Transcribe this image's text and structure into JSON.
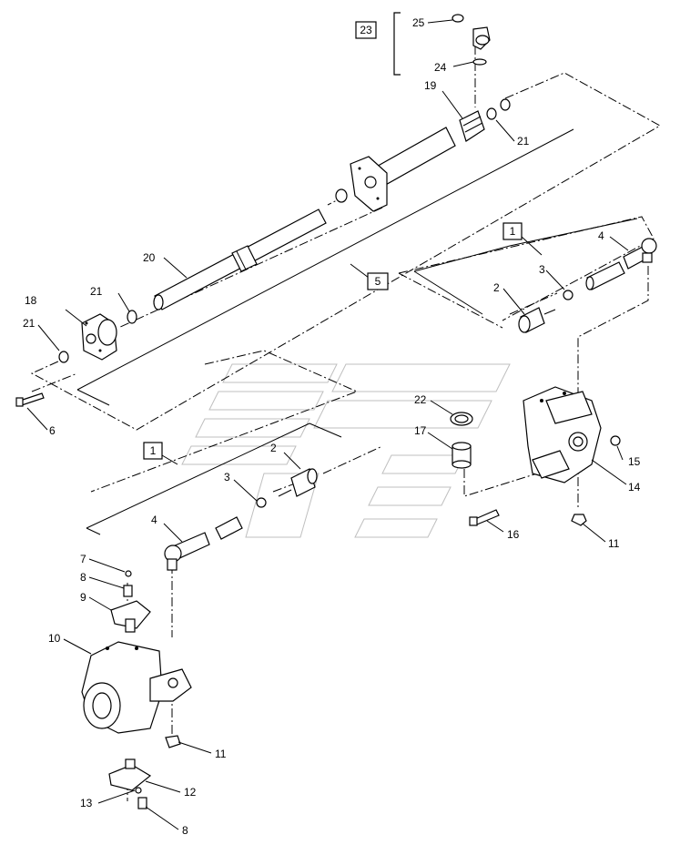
{
  "diagram": {
    "callouts": [
      {
        "id": "c25",
        "text": "25"
      },
      {
        "id": "c23",
        "text": "23"
      },
      {
        "id": "c24",
        "text": "24"
      },
      {
        "id": "c19",
        "text": "19"
      },
      {
        "id": "c21a",
        "text": "21"
      },
      {
        "id": "c20",
        "text": "20"
      },
      {
        "id": "c21b",
        "text": "21"
      },
      {
        "id": "c18",
        "text": "18"
      },
      {
        "id": "c21c",
        "text": "21"
      },
      {
        "id": "c5",
        "text": "5"
      },
      {
        "id": "c6",
        "text": "6"
      },
      {
        "id": "c1a",
        "text": "1"
      },
      {
        "id": "c4a",
        "text": "4"
      },
      {
        "id": "c3a",
        "text": "3"
      },
      {
        "id": "c2a",
        "text": "2"
      },
      {
        "id": "c22",
        "text": "22"
      },
      {
        "id": "c17",
        "text": "17"
      },
      {
        "id": "c15",
        "text": "15"
      },
      {
        "id": "c14",
        "text": "14"
      },
      {
        "id": "c16",
        "text": "16"
      },
      {
        "id": "c11a",
        "text": "11"
      },
      {
        "id": "c1b",
        "text": "1"
      },
      {
        "id": "c2b",
        "text": "2"
      },
      {
        "id": "c3b",
        "text": "3"
      },
      {
        "id": "c4b",
        "text": "4"
      },
      {
        "id": "c7",
        "text": "7"
      },
      {
        "id": "c8a",
        "text": "8"
      },
      {
        "id": "c9",
        "text": "9"
      },
      {
        "id": "c10",
        "text": "10"
      },
      {
        "id": "c11b",
        "text": "11"
      },
      {
        "id": "c12",
        "text": "12"
      },
      {
        "id": "c13",
        "text": "13"
      },
      {
        "id": "c8b",
        "text": "8"
      }
    ]
  }
}
